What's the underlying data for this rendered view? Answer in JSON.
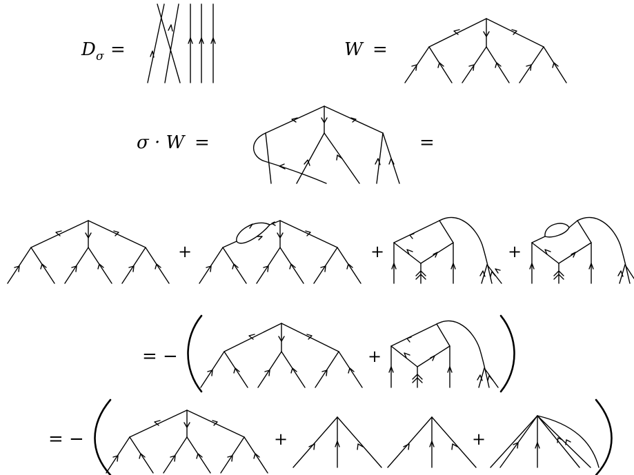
{
  "equations": {
    "d_sigma": "D",
    "d_sigma_sub": "σ",
    "w": "W",
    "sigma_w": "σ · W",
    "equals": "=",
    "neg_equals": "= −",
    "plus": "+"
  },
  "colors": {
    "ink": "#000000",
    "background": "#ffffff"
  }
}
